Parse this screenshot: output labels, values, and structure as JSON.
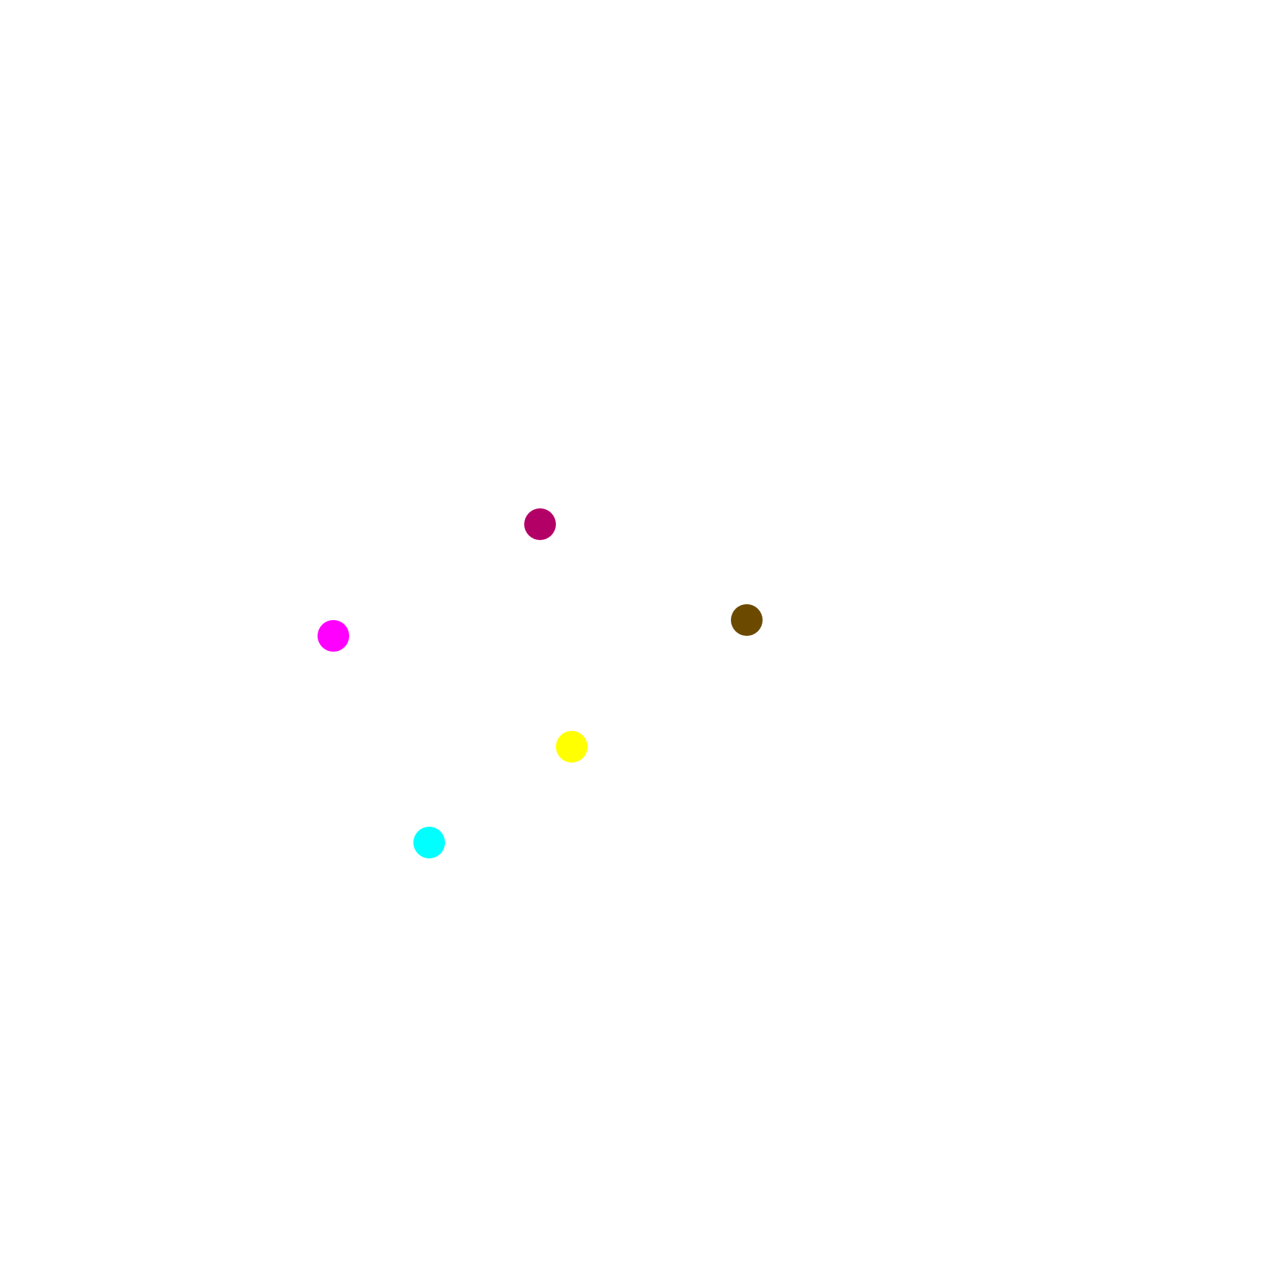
{
  "background": "#ffffff",
  "dots": [
    {
      "name": "dot-crimson",
      "color": "#b30066"
    },
    {
      "name": "dot-brown",
      "color": "#6b4a00"
    },
    {
      "name": "dot-magenta",
      "color": "#ff00ff"
    },
    {
      "name": "dot-yellow",
      "color": "#ffff00"
    },
    {
      "name": "dot-cyan",
      "color": "#00ffff"
    }
  ]
}
